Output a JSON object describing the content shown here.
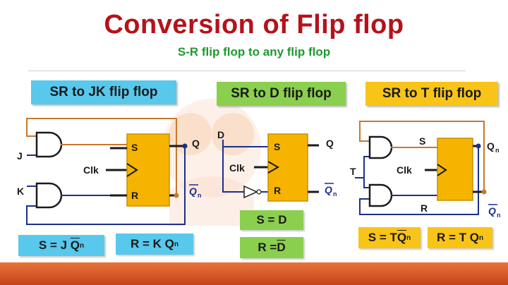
{
  "title": "Conversion of Flip flop",
  "subtitle": "S-R flip flop to any flip flop",
  "colors": {
    "title": "#b5121b",
    "subtitle": "#1f9a2e",
    "flipflop": "#f6b400",
    "wire_blue": "#1c2f8c",
    "wire_orange": "#c9782b",
    "footer": "#d4582a"
  },
  "sections": {
    "jk": {
      "label": "SR to JK  flip flop",
      "inputs": {
        "j": "J",
        "k": "K",
        "clk": "Clk"
      },
      "pins": {
        "s": "S",
        "r": "R",
        "q": "Q",
        "qbar": "Q",
        "qbar_sub": "n"
      },
      "eq1": {
        "lhs": "S = J",
        "q": "Q",
        "sub": "n"
      },
      "eq2": {
        "lhs": "R = K Q",
        "sub": "n"
      }
    },
    "d": {
      "label": "SR to D flip flop",
      "inputs": {
        "d": "D",
        "clk": "Clk"
      },
      "pins": {
        "s": "S",
        "r": "R",
        "q": "Q",
        "qbar": "Q",
        "qbar_sub": "n"
      },
      "eq1": {
        "text": "S = D"
      },
      "eq2": {
        "lhs": "R = ",
        "dbar": "D"
      }
    },
    "t": {
      "label": "SR to T flip flop",
      "inputs": {
        "t": "T",
        "clk": "Clk"
      },
      "pins": {
        "s": "S",
        "r": "R",
        "q": "Q",
        "q_sub": "n",
        "qbar": "Q",
        "qbar_sub": "n"
      },
      "eq1": {
        "lhs": "S = T",
        "q": "Q",
        "sub": "n"
      },
      "eq2": {
        "lhs": "R = T Q",
        "sub": "n"
      }
    }
  }
}
